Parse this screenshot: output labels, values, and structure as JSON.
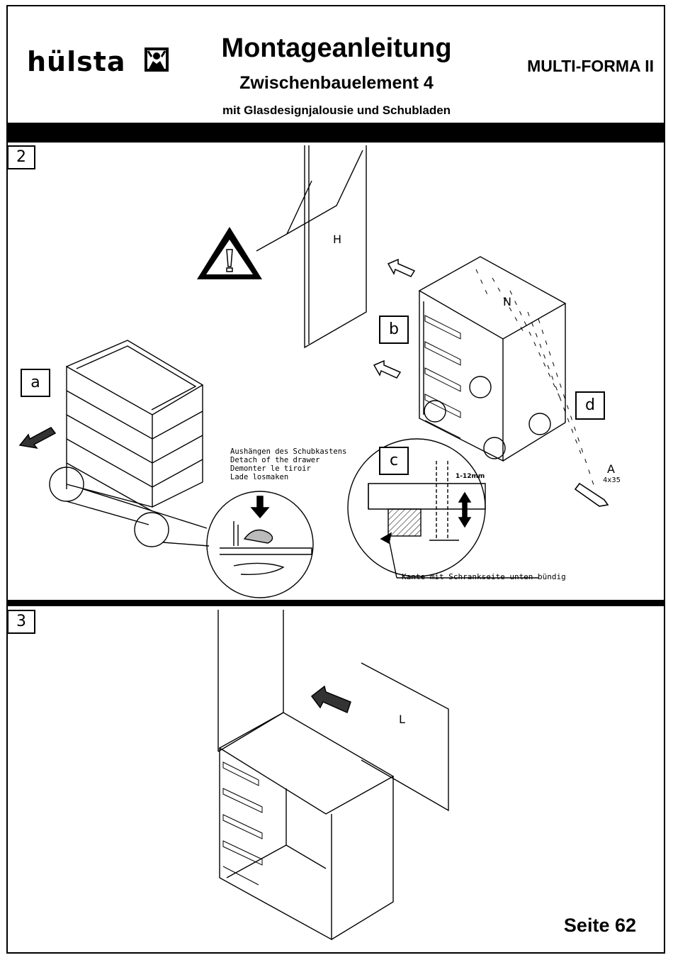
{
  "header": {
    "brand": "hülsta",
    "title": "Montageanleitung",
    "subtitle": "Zwischenbauelement 4",
    "subsubtitle": "mit Glasdesignjalousie und Schubladen",
    "series": "MULTI-FORMA II"
  },
  "step2": {
    "number": "2",
    "part_h": "H",
    "part_n": "N",
    "detail_a": "a",
    "detail_b": "b",
    "detail_c": "c",
    "detail_d": "d",
    "screw_label": "A",
    "screw_size": "4x35",
    "measure": "1-12mm",
    "drawer_note": [
      "Aushängen des Schubkastens",
      "Detach of the drawer",
      "Demonter le tiroir",
      "Lade losmaken"
    ],
    "edge_note": "Kante mit Schrankseite unten bündig"
  },
  "step3": {
    "number": "3",
    "part_l": "L"
  },
  "footer": {
    "page": "Seite 62"
  }
}
